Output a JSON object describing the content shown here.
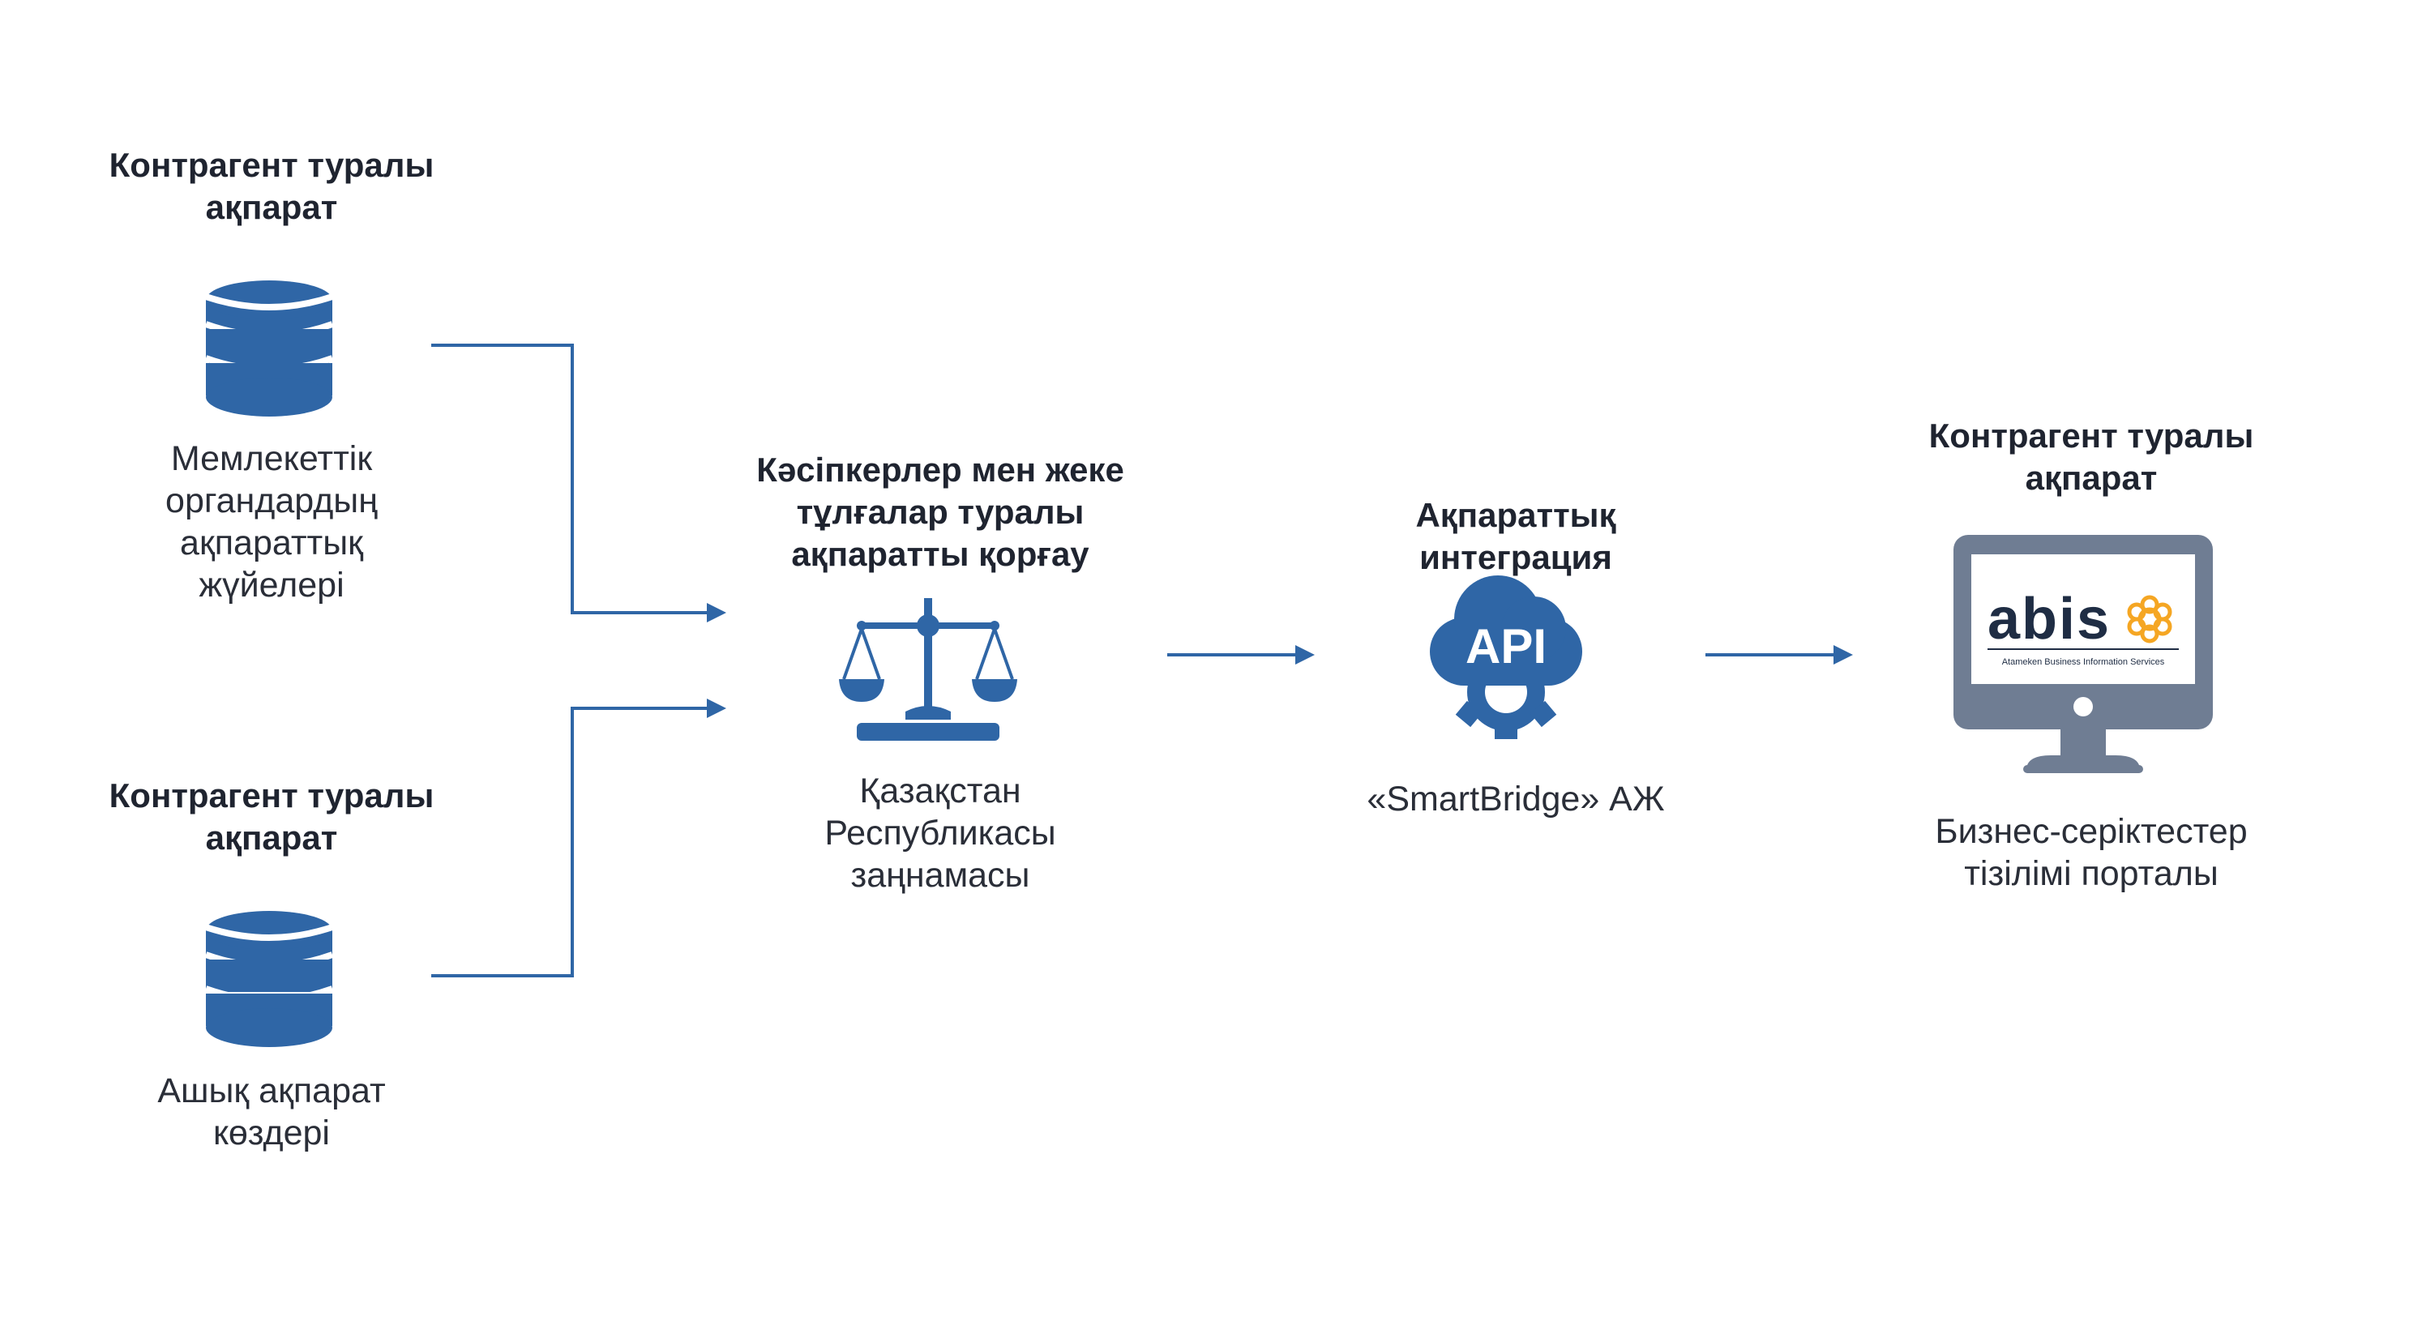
{
  "colors": {
    "primary_blue": "#2f66a6",
    "monitor_gray": "#6f7d93",
    "logo_dark": "#1f2d44",
    "logo_orange": "#f5a623",
    "text_dark": "#1f2430"
  },
  "nodes": {
    "source_top": {
      "title_lines": [
        "Контрагент туралы",
        "ақпарат"
      ],
      "icon": "database-icon",
      "caption_lines": [
        "Мемлекеттік",
        "органдардың",
        "ақпараттық",
        "жүйелері"
      ]
    },
    "source_bottom": {
      "title_lines": [
        "Контрагент туралы",
        "ақпарат"
      ],
      "icon": "database-icon",
      "caption_lines": [
        "Ашық ақпарат",
        "көздері"
      ]
    },
    "protection": {
      "title_lines": [
        "Кәсіпкерлер мен жеке",
        "тұлғалар туралы",
        "ақпаратты қорғау"
      ],
      "icon": "scales-icon",
      "caption_lines": [
        "Қазақстан",
        "Республикасы",
        "заңнамасы"
      ]
    },
    "integration": {
      "title_lines": [
        "Ақпараттық",
        "интеграция"
      ],
      "icon": "api-cloud-icon",
      "icon_text": "API",
      "caption_lines": [
        "«SmartBridge» АЖ"
      ]
    },
    "portal": {
      "title_lines": [
        "Контрагент туралы",
        "ақпарат"
      ],
      "icon": "monitor-icon",
      "logo_text": "abis",
      "logo_subtitle": "Atameken Business Information Services",
      "caption_lines": [
        "Бизнес-серіктестер",
        "тізілімі порталы"
      ]
    }
  }
}
